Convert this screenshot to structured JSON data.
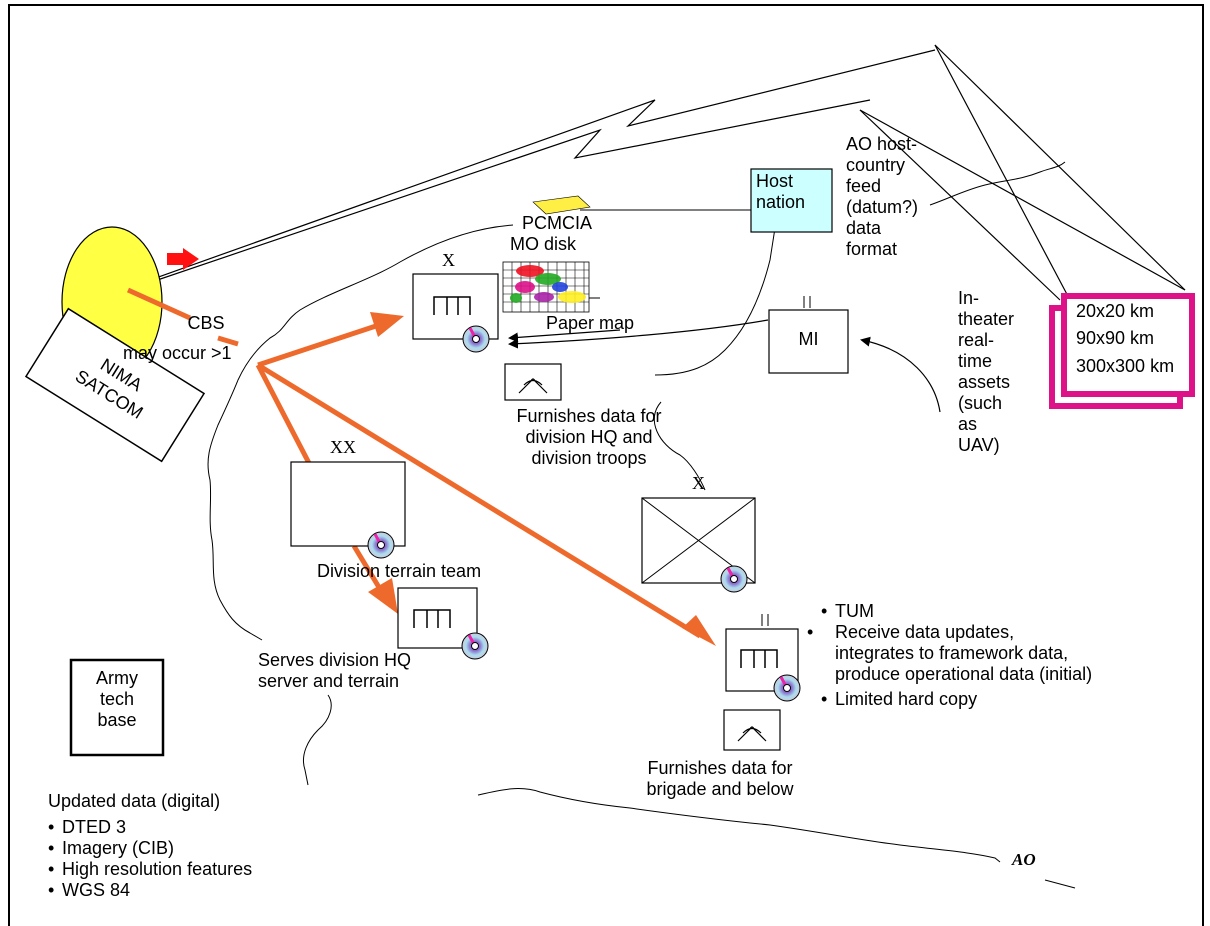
{
  "source": {
    "satcom_label": "NIMA\nSATCOM",
    "cbs_label": "CBS",
    "cbs_note": "may occur >1"
  },
  "media": {
    "pcmcia_label": "PCMCIA",
    "mo_disk_label": "MO disk",
    "paper_map_label": "Paper map"
  },
  "nodes": {
    "host_nation": "Host\nnation",
    "host_feed_note": "AO host-\ncountry\nfeed\n(datum?)\ndata\nformat",
    "mi_label": "MI",
    "uav_note": "In-\ntheater\nreal-\ntime\nassets\n(such\nas\nUAV)",
    "coverage_items": [
      "20x20 km",
      "90x90 km",
      "300x300 km"
    ],
    "brigade_echelon": "X",
    "division_echelon": "XX",
    "x_echelon": "X",
    "division_hq_note": "Furnishes data for\ndivision HQ and\ndivision troops",
    "division_terrain_team": "Division terrain team",
    "serves_division_note": "Serves division HQ\nserver and terrain",
    "brigade_note": "Furnishes data for\nbrigade and below",
    "army_tech_base": "Army\ntech\nbase",
    "ao_label": "AO"
  },
  "tum_list": [
    "TUM",
    "Receive data updates,\nintegrates to framework data,\nproduce operational data (initial)",
    "Limited hard copy"
  ],
  "updated_data": {
    "heading": "Updated data (digital)",
    "items": [
      "DTED 3",
      "Imagery (CIB)",
      "High resolution features",
      "WGS 84"
    ]
  },
  "colors": {
    "arrow_orange": "#ee6a2c",
    "host_fill": "#ccffff",
    "satellite_yellow": "#ffff44",
    "coverage_magenta": "#dd1188",
    "pcmcia_yellow": "#ffee44",
    "red_arrow": "#ff1111"
  }
}
